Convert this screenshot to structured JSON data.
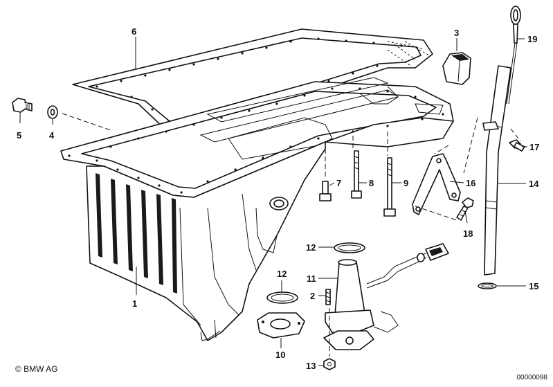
{
  "labels": {
    "p1": "1",
    "p2": "2",
    "p3": "3",
    "p4": "4",
    "p5": "5",
    "p6": "6",
    "p7": "7",
    "p8": "8",
    "p9": "9",
    "p10": "10",
    "p11": "11",
    "p12a": "12",
    "p12b": "12",
    "p13": "13",
    "p14": "14",
    "p15": "15",
    "p16": "16",
    "p17": "17",
    "p18": "18",
    "p19": "19"
  },
  "footer": {
    "copyright": "© BMW AG",
    "image_code": "00000098"
  }
}
